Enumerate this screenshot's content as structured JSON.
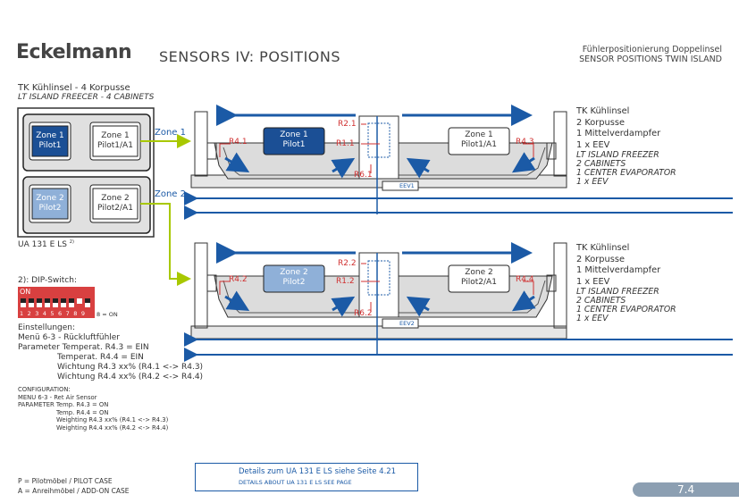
{
  "header": {
    "brand": "Eckelmann",
    "title": "SENSORS IV: POSITIONS",
    "right_line1": "Fühlerpositionierung Doppelinsel",
    "right_line2": "SENSOR POSITIONS TWIN ISLAND"
  },
  "left_panel": {
    "title_de": "TK Kühlinsel - 4 Korpusse",
    "title_en": "LT ISLAND FREECER - 4 CABINETS",
    "zones": [
      {
        "line1": "Zone 1",
        "line2": "Pilot1"
      },
      {
        "line1": "Zone 1",
        "line2": "Pilot1/A1"
      },
      {
        "line1": "Zone 2",
        "line2": "Pilot2"
      },
      {
        "line1": "Zone 2",
        "line2": "Pilot2/A1"
      }
    ],
    "zone_link_1": "Zone 1",
    "zone_link_2": "Zone 2",
    "controller": "UA 131 E LS",
    "controller_sup": "2)",
    "dip_title": "2): DIP-Switch:",
    "dip_on": "ON",
    "dip_numbers": "1 2 3 4 5 6 7 8 9",
    "dip_note": "8 = ON"
  },
  "settings_de": [
    "Einstellungen:",
    "Menü 6-3 - Rückluftfühler",
    "Parameter Temperat. R4.3 = EIN",
    "Temperat. R4.4 = EIN",
    "Wichtung R4.3 xx% (R4.1 <-> R4.3)",
    "Wichtung R4.4 xx% (R4.2 <-> R4.4)"
  ],
  "settings_en": [
    "CONFIGURATION:",
    "MENU 6-3 - Ret Air Sensor",
    "PARAMETER Temp. R4.3 = ON",
    "Temp. R4.4 = ON",
    "Weighting R4.3 xx% (R4.1 <-> R4.3)",
    "Weighting R4.4 xx% (R4.2 <-> R4.4)"
  ],
  "island1": {
    "zone_left": {
      "line1": "Zone 1",
      "line2": "Pilot1"
    },
    "zone_right": {
      "line1": "Zone 1",
      "line2": "Pilot1/A1"
    },
    "sensors": [
      "R2.1",
      "R4.1",
      "R1.1",
      "R4.3",
      "R6.1"
    ],
    "eev": "EEV1"
  },
  "island2": {
    "zone_left": {
      "line1": "Zone 2",
      "line2": "Pilot2"
    },
    "zone_right": {
      "line1": "Zone 2",
      "line2": "Pilot2/A1"
    },
    "sensors": [
      "R2.2",
      "R4.2",
      "R1.2",
      "R4.4",
      "R6.2"
    ],
    "eev": "EEV2"
  },
  "island_desc": {
    "de": [
      "TK Kühlinsel",
      "2 Korpusse",
      "1 Mittelverdampfer",
      "1 x EEV"
    ],
    "en": [
      "LT ISLAND FREEZER",
      "2 CABINETS",
      "1 CENTER EVAPORATOR",
      "1 x EEV"
    ]
  },
  "legend": {
    "p": "P    = Pilotmöbel / PILOT CASE",
    "a": "A    = Anreihmöbel / ADD-ON CASE"
  },
  "details": {
    "line1": "Details zum UA 131 E LS   siehe Seite 4.21",
    "line2": "DETAILS ABOUT UA 131 E LS      SEE PAGE"
  },
  "page": "7.4",
  "colors": {
    "blue": "#1b5aa6",
    "red": "#d03030",
    "green": "#a8c800",
    "grey": "#dcdcdc"
  }
}
